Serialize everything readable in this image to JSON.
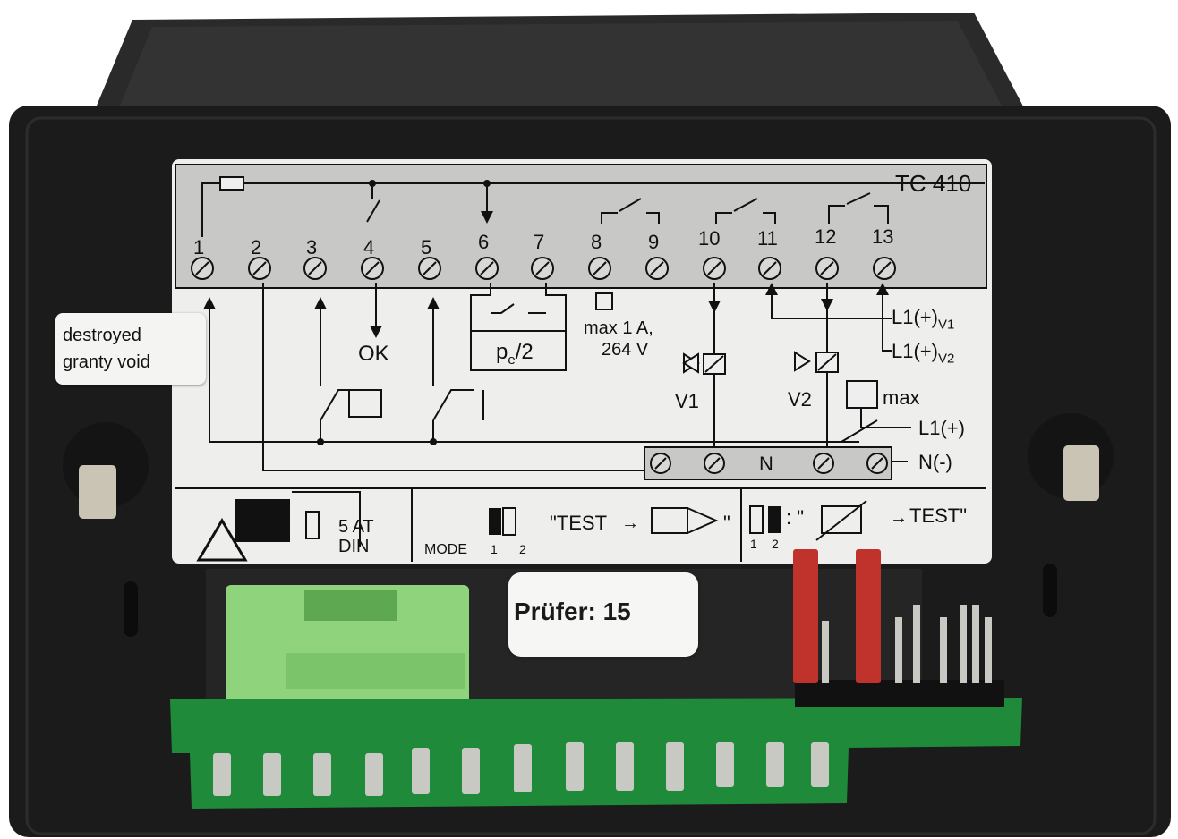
{
  "photo": {
    "subject": "TC 410",
    "colors": {
      "housing": "#1b1b1b",
      "label": "#eeeeec",
      "terminal_strip": "#c8c8c6",
      "connector": "#8fd47c",
      "pcb": "#1f8a3a",
      "jumper": "#c0322c",
      "pins": "#c9c9c4"
    }
  },
  "label": {
    "model": "TC 410",
    "terminals": [
      "1",
      "2",
      "3",
      "4",
      "5",
      "6",
      "7",
      "8",
      "9",
      "10",
      "11",
      "12",
      "13"
    ],
    "ok": "OK",
    "pe_main": "p",
    "pe_sub": "e",
    "pe_tail": "/2",
    "max_current": "max 1 A,",
    "max_voltage": "264 V",
    "v1": "V1",
    "v2": "V2",
    "max": "max",
    "l1_v1_main": "L1(+)",
    "l1_v1_sub": "V1",
    "l1_v2_main": "L1(+)",
    "l1_v2_sub": "V2",
    "l1": "L1(+)",
    "n_minus": "N(-)",
    "n": "N",
    "fuse_rating": "5 AT",
    "fuse_din": "DIN",
    "mode": "MODE",
    "mode_1": "1",
    "mode_2": "2",
    "test_left": "\"TEST",
    "test_left_end": "\"",
    "test_right_open": ": \"",
    "test_right": "TEST\"",
    "switch_1": "1",
    "switch_2": "2"
  },
  "sticker": {
    "line1": "destroyed",
    "line2": "granty void"
  },
  "inspector": {
    "label": "Prüfer: 15"
  }
}
